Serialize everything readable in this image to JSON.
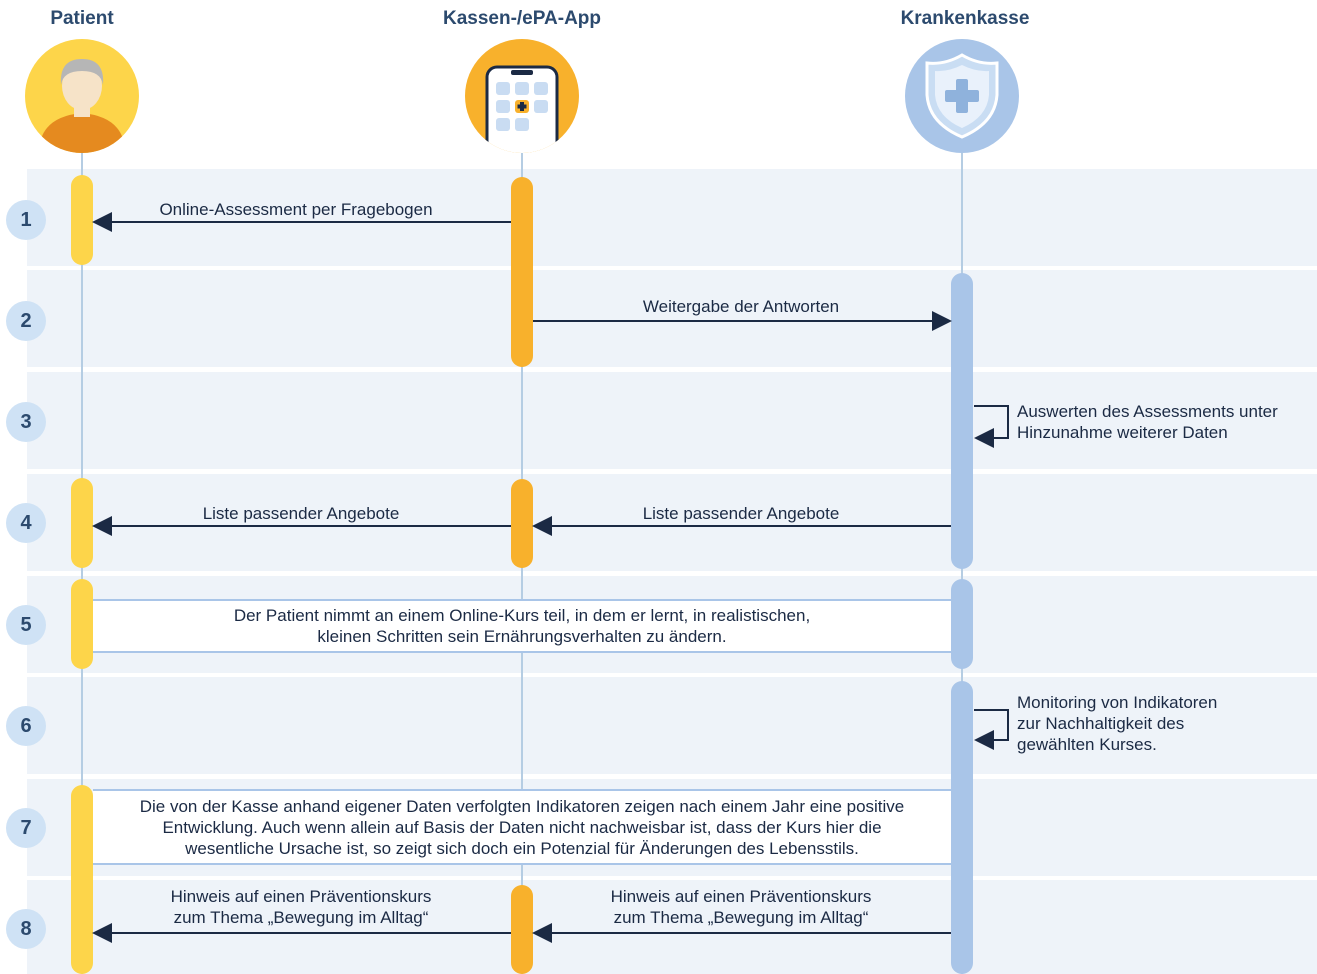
{
  "lanes": {
    "patient": "Patient",
    "app": "Kassen-/ePA-App",
    "kasse": "Krankenkasse"
  },
  "steps": {
    "s1": {
      "num": "1",
      "msg": "Online-Assessment per Fragebogen"
    },
    "s2": {
      "num": "2",
      "msg": "Weitergabe der Antworten"
    },
    "s3": {
      "num": "3",
      "line1": "Auswerten des Assessments unter",
      "line2": "Hinzunahme weiterer Daten"
    },
    "s4": {
      "num": "4",
      "msg_left": "Liste passender Angebote",
      "msg_right": "Liste passender Angebote"
    },
    "s5": {
      "num": "5",
      "line1": "Der Patient nimmt an einem Online-Kurs teil, in dem er lernt, in realistischen,",
      "line2": "kleinen Schritten sein Ernährungsverhalten zu ändern."
    },
    "s6": {
      "num": "6",
      "line1": "Monitoring von Indikatoren",
      "line2": "zur Nachhaltigkeit des",
      "line3": "gewählten Kurses."
    },
    "s7": {
      "num": "7",
      "line1": "Die von der Kasse anhand eigener Daten verfolgten Indikatoren zeigen nach einem Jahr eine positive",
      "line2": "Entwicklung. Auch wenn allein auf Basis der Daten nicht nachweisbar ist, dass der Kurs hier die",
      "line3": "wesentliche Ursache ist, so zeigt sich doch ein Potenzial für Änderungen des Lebensstils."
    },
    "s8": {
      "num": "8",
      "left_line1": "Hinweis auf einen Präventionskurs",
      "left_line2": "zum Thema „Bewegung im Alltag“",
      "right_line1": "Hinweis auf einen Präventionskurs",
      "right_line2": "zum Thema „Bewegung im Alltag“"
    }
  },
  "colors": {
    "band": "#eef3f9",
    "patient_bar": "#fdd54a",
    "app_bar": "#f8b12c",
    "kasse_bar": "#a9c5e8",
    "arrow": "#1b2a44"
  }
}
